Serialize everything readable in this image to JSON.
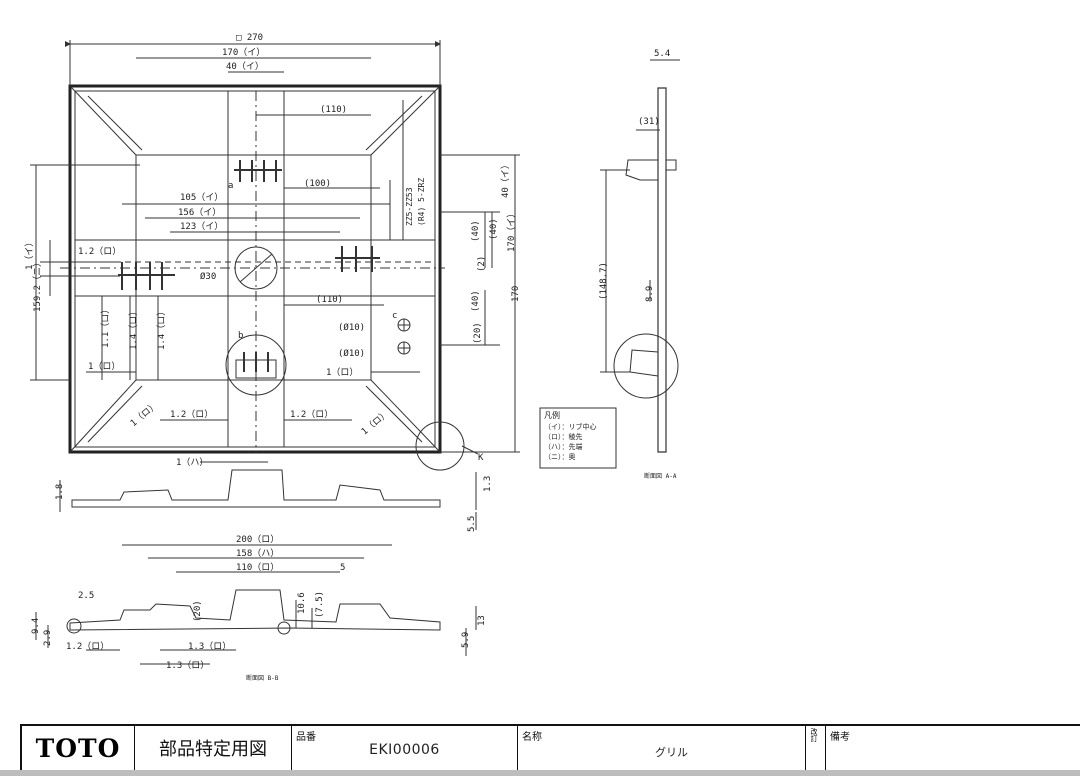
{
  "drawing": {
    "top_view": {
      "dims": {
        "overall": "□ 270",
        "rib_170": "170（イ）",
        "rib_40": "40（イ）",
        "d110_top": "(110)",
        "d100": "(100)",
        "d105": "105（イ）",
        "d156": "156（イ）",
        "d123": "123（イ）",
        "d12_left": "1.2（ロ）",
        "d1_left": "1（イ）",
        "d1592": "159.2（ニ）",
        "phi30": "Ø30",
        "d11_vert": "1.1（ロ）",
        "d14a": "1.4（ロ）",
        "d14b": "1.4（ロ）",
        "d1_lower": "1（ロ）",
        "d110_mid": "(110)",
        "phi10a": "(Ø10)",
        "phi10b": "(Ø10)",
        "d1_right": "1（ロ）",
        "corner_left": "1（ロ）",
        "corner_right": "1（ロ）",
        "bottom_left": "1.2（ロ）",
        "bottom_right": "1.2（ロ）",
        "d40_right": "(40)",
        "d40b_right": "(40)",
        "d40c_right": "(40)",
        "d20_right": "(20)",
        "d40_i": "40（イ）",
        "d170_i": "170（イ）",
        "d170_right": "170",
        "d2": "(2)",
        "marker_a": "a",
        "marker_b": "b",
        "marker_c": "c",
        "marker_k": "K"
      },
      "rotated_notes": {
        "n1": "ZZ5-ZZ53",
        "n2": "(R4) 5-ZRZ"
      }
    },
    "front_view": {
      "dims": {
        "d1_ha": "1（ハ）",
        "d18": "1.8",
        "d13": "1.3",
        "d55": "5.5"
      }
    },
    "side_view": {
      "dims": {
        "d54": "5.4",
        "d31": "(31)",
        "d1487": "(148.7)",
        "d89": "8.9"
      },
      "caption": "断面図 A-A"
    },
    "section_view": {
      "dims": {
        "d200": "200（ロ）",
        "d158": "158（ハ）",
        "d110": "110（ロ）",
        "d5": "5",
        "d25": "2.5",
        "d94": "9.4",
        "d29": "2.9",
        "d106": "10.6",
        "d75": "(7.5)",
        "d20": "(20)",
        "d13": "13",
        "d59": "5.9",
        "b12": "1.2（ロ）",
        "b13a": "1.3（ロ）",
        "b13b": "1.3（ロ）"
      },
      "caption": "断面図 B-B"
    },
    "legend": {
      "title": "凡例",
      "items": [
        "（イ）：リブ中心",
        "（ロ）：稜先",
        "（ハ）：先端",
        "（ニ）：奥"
      ]
    }
  },
  "title_block": {
    "brand": "TOTO",
    "document_title": "部品特定用図",
    "part_number_label": "品番",
    "part_number": "EKI00006",
    "part_name_label": "名称",
    "part_name": "グリル",
    "edition_label": "改訂",
    "remarks_label": "備考"
  }
}
